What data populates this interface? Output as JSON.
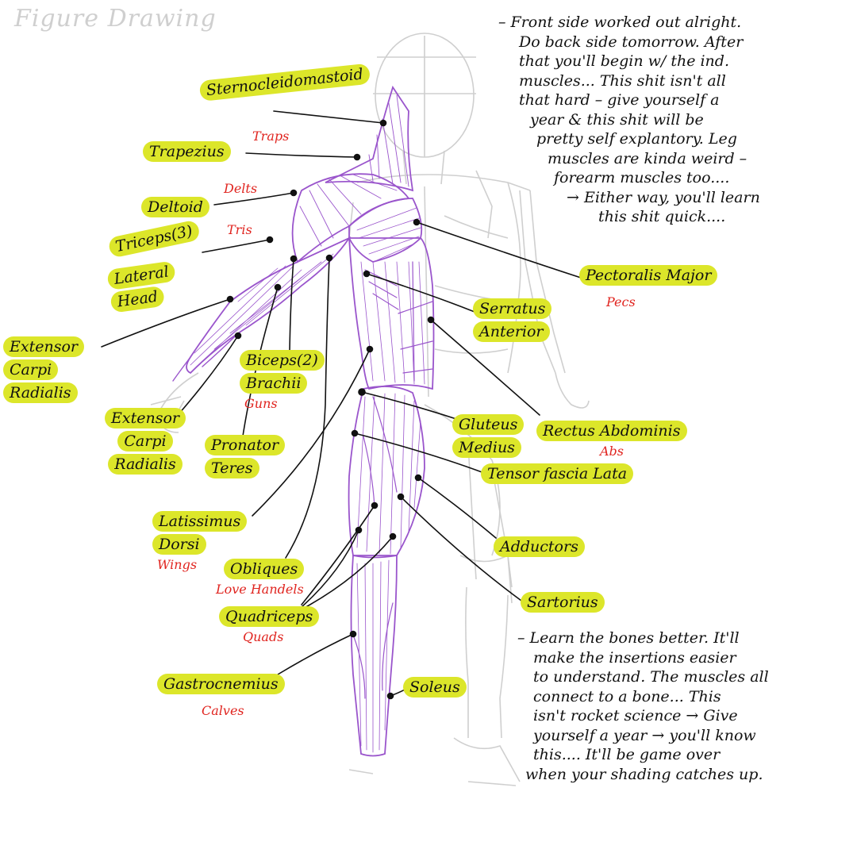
{
  "title": "Figure Drawing",
  "labels": {
    "sternocleidomastoid": [
      "Sternocleidomastoid"
    ],
    "trapezius": [
      "Trapezius"
    ],
    "trapezius_alias": "Traps",
    "deltoid": [
      "Deltoid"
    ],
    "deltoid_alias": "Delts",
    "triceps": [
      "Triceps(3)"
    ],
    "triceps_alias": "Tris",
    "triceps_head": [
      "Lateral",
      "Head"
    ],
    "extensor_upper": [
      "Extensor",
      "Carpi",
      "Radialis"
    ],
    "biceps": [
      "Biceps(2)",
      "Brachii"
    ],
    "biceps_alias": "Guns",
    "extensor_lower": [
      "Extensor",
      "Carpi",
      "Radialis"
    ],
    "pronator": [
      "Pronator",
      "Teres"
    ],
    "latissimus": [
      "Latissimus",
      "Dorsi"
    ],
    "latissimus_alias": "Wings",
    "obliques": [
      "Obliques"
    ],
    "obliques_alias": "Love Handels",
    "quadriceps": [
      "Quadriceps"
    ],
    "quadriceps_alias": "Quads",
    "gastrocnemius": [
      "Gastrocnemius"
    ],
    "gastrocnemius_alias": "Calves",
    "soleus": [
      "Soleus"
    ],
    "pectoralis": [
      "Pectoralis Major"
    ],
    "pectoralis_alias": "Pecs",
    "serratus": [
      "Serratus",
      "Anterior"
    ],
    "gluteus": [
      "Gluteus",
      "Medius"
    ],
    "rectus": [
      "Rectus Abdominis"
    ],
    "rectus_alias": "Abs",
    "tensor": [
      "Tensor fascia Lata"
    ],
    "adductors": [
      "Adductors"
    ],
    "sartorius": [
      "Sartorius"
    ]
  },
  "notes": {
    "top": [
      "– Front side worked out alright.",
      "Do back side tomorrow. After",
      "that you'll begin w/ the ind.",
      "muscles... This shit isn't all",
      "that hard – give yourself a",
      "year & this shit will be",
      "pretty self explantory. Leg",
      "muscles are kinda weird –",
      "forearm muscles too....",
      "→ Either way, you'll learn",
      "this shit quick...."
    ],
    "bottom": [
      "– Learn the bones better. It'll",
      "make the insertions easier",
      "to understand. The muscles all",
      "connect to a bone... This",
      "isn't rocket science → Give",
      "yourself a year → you'll know",
      "this.... It'll be game over",
      "when your shading catches up."
    ]
  },
  "colors": {
    "highlight": "#dce62a",
    "alias_red": "#e0241f",
    "muscle_purple": "#9a55cc",
    "sketch_gray": "#c9c9c9",
    "ink": "#111111"
  }
}
